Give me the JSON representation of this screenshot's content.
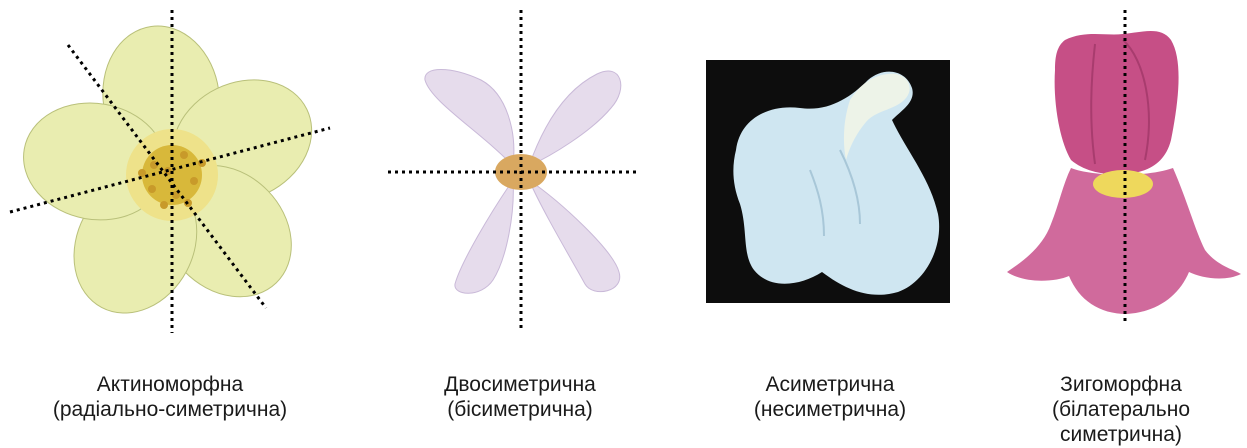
{
  "figures": [
    {
      "id": "actinomorphic",
      "lines": [
        "Актиноморфна",
        "(радіально-симетрична)"
      ]
    },
    {
      "id": "bisymmetric",
      "lines": [
        "Двосиметрична",
        "(бісиметрична)"
      ]
    },
    {
      "id": "asymmetric",
      "lines": [
        "Асиметрична",
        "(несиметрична)"
      ]
    },
    {
      "id": "zygomorphic",
      "lines": [
        "Зигоморфна",
        "(білатерально",
        "симетрична)"
      ]
    }
  ],
  "colors": {
    "yellow_petal": "#e9edb0",
    "yellow_center": "#d8b83a",
    "lilac_petal": "#e6dcec",
    "lilac_center": "#d9a860",
    "blue_petal": "#cfe6f1",
    "dark_bg": "#0d0d0d",
    "pink_petal": "#c64f86",
    "pink_throat": "#eed85c",
    "axis_line": "#000000"
  }
}
